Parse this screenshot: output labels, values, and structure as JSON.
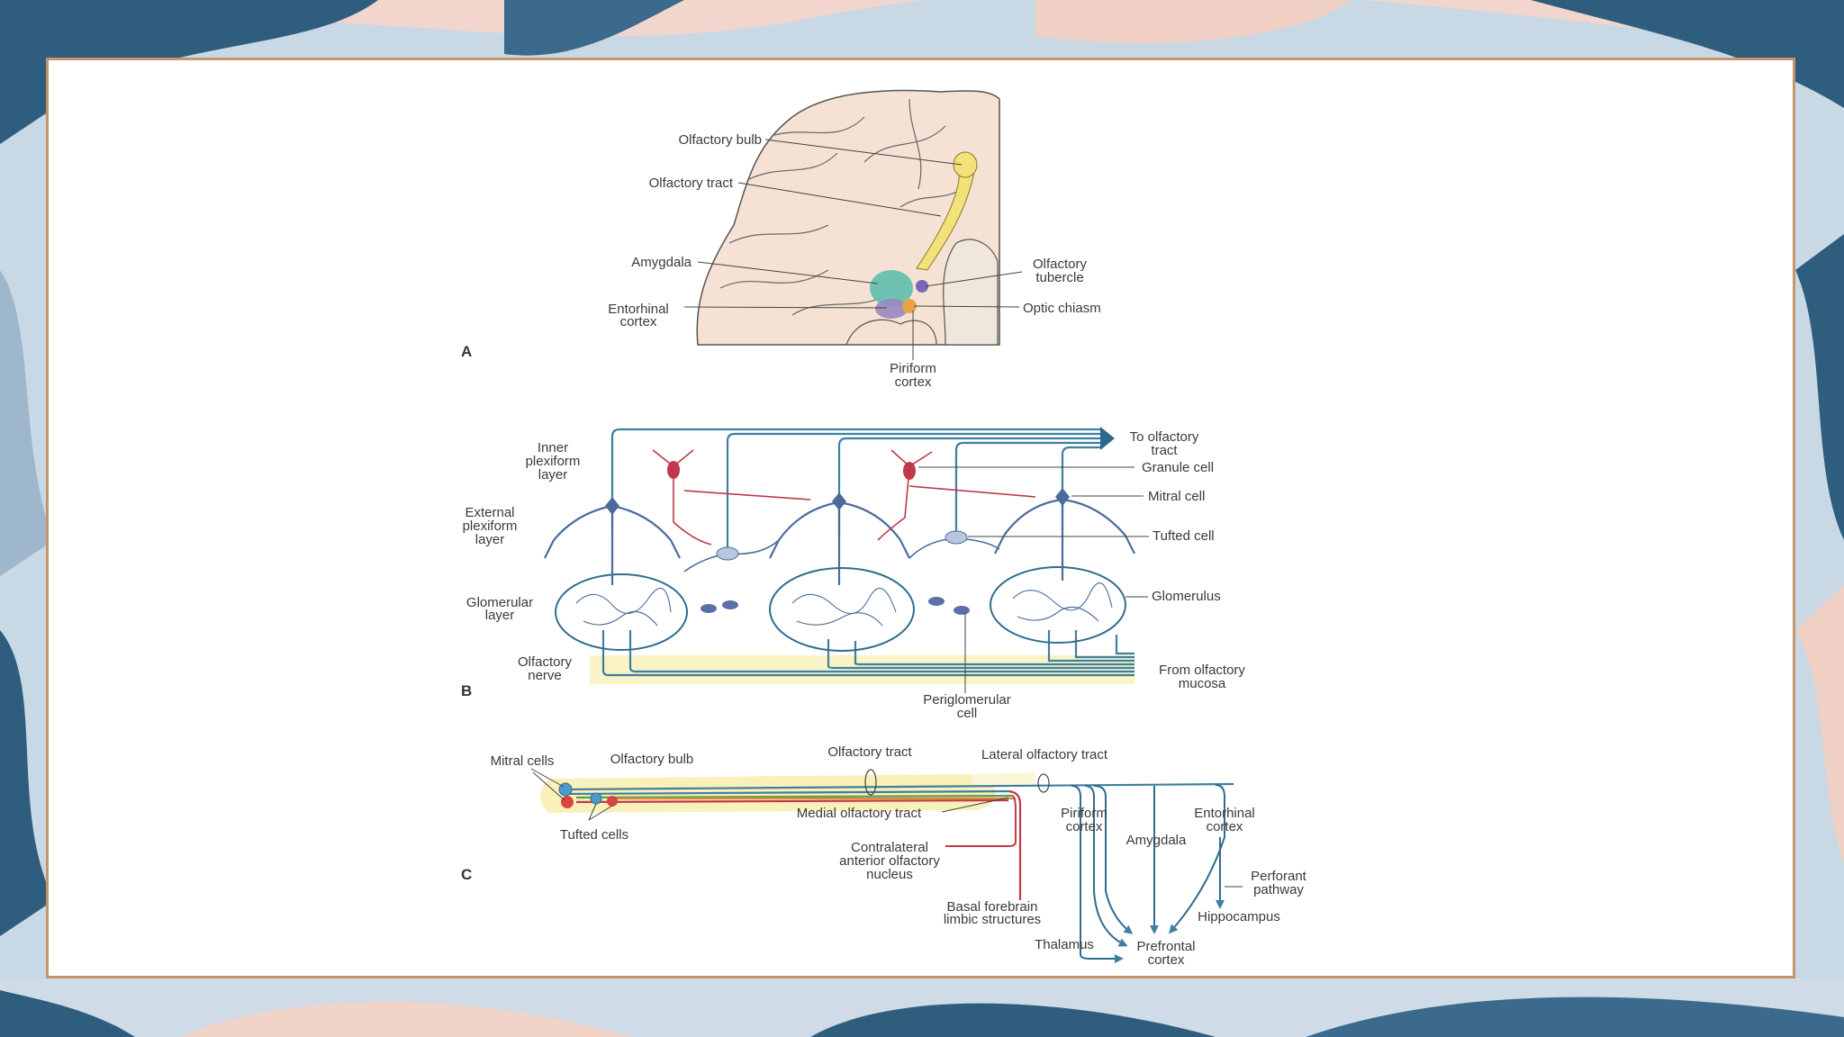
{
  "colors": {
    "accent_blue": "#3f7fa0",
    "neuron_blue": "#4a6c9c",
    "granule_red": "#c0394a",
    "frame_border": "#c4956a",
    "olfactory_yellow": "#f6e58a"
  },
  "panel_a": {
    "letter": "A",
    "labels": {
      "olfactory_bulb": "Olfactory bulb",
      "olfactory_tract": "Olfactory tract",
      "amygdala": "Amygdala",
      "entorhinal_1": "Entorhinal",
      "entorhinal_2": "cortex",
      "olfactory_tubercle_1": "Olfactory",
      "olfactory_tubercle_2": "tubercle",
      "optic_chiasm": "Optic chiasm",
      "piriform_1": "Piriform",
      "piriform_2": "cortex"
    }
  },
  "panel_b": {
    "letter": "B",
    "labels": {
      "inner_plex_1": "Inner",
      "inner_plex_2": "plexiform",
      "inner_plex_3": "layer",
      "external_plex_1": "External",
      "external_plex_2": "plexiform",
      "external_plex_3": "layer",
      "glomerular_1": "Glomerular",
      "glomerular_2": "layer",
      "olf_nerve_1": "Olfactory",
      "olf_nerve_2": "nerve",
      "to_tract_1": "To olfactory",
      "to_tract_2": "tract",
      "granule": "Granule cell",
      "mitral": "Mitral cell",
      "tufted": "Tufted cell",
      "glomerulus": "Glomerulus",
      "from_mucosa_1": "From olfactory",
      "from_mucosa_2": "mucosa",
      "periglom_1": "Periglomerular",
      "periglom_2": "cell"
    }
  },
  "panel_c": {
    "letter": "C",
    "labels": {
      "mitral_cells": "Mitral cells",
      "olfactory_bulb": "Olfactory bulb",
      "olfactory_tract": "Olfactory tract",
      "lateral_tract": "Lateral olfactory tract",
      "medial_tract": "Medial olfactory tract",
      "tufted_cells": "Tufted cells",
      "contra_1": "Contralateral",
      "contra_2": "anterior olfactory",
      "contra_3": "nucleus",
      "basal_1": "Basal forebrain",
      "basal_2": "limbic structures",
      "piriform_1": "Piriform",
      "piriform_2": "cortex",
      "amygdala": "Amygdala",
      "entorhinal_1": "Entorhinal",
      "entorhinal_2": "cortex",
      "perforant_1": "Perforant",
      "perforant_2": "pathway",
      "hippocampus": "Hippocampus",
      "thalamus": "Thalamus",
      "prefrontal_1": "Prefrontal",
      "prefrontal_2": "cortex"
    }
  }
}
